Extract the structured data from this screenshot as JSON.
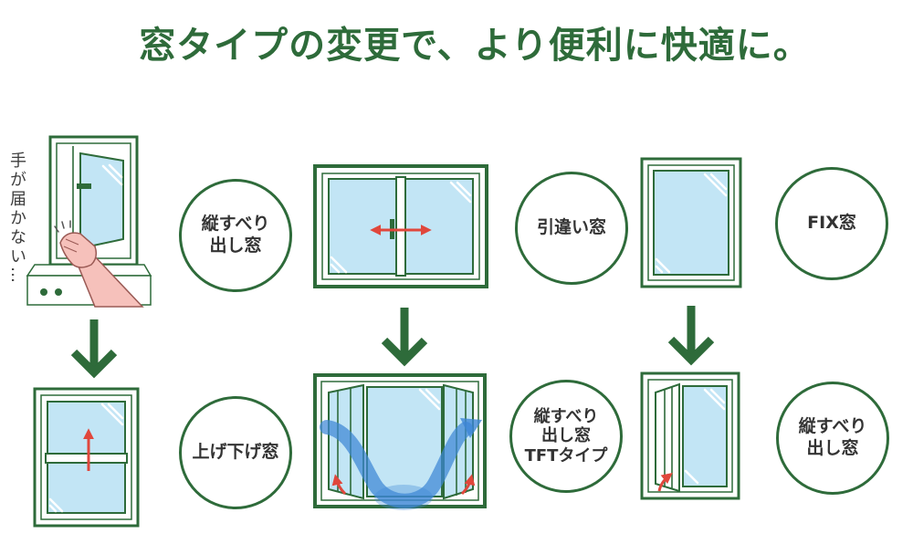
{
  "title": "窓タイプの変更で、より便利に快適に。",
  "side_note": "手が届かない…",
  "circles": [
    {
      "lines": [
        "縦すべり",
        "出し窓"
      ]
    },
    {
      "lines": [
        "引違い窓"
      ]
    },
    {
      "lines": [
        "FIX窓"
      ]
    },
    {
      "lines": [
        "上げ下げ窓"
      ]
    },
    {
      "lines": [
        "縦すべり",
        "出し窓",
        "TFTタイプ"
      ]
    },
    {
      "lines": [
        "縦すべり",
        "出し窓"
      ]
    }
  ],
  "colors": {
    "green": "#2e6b3a",
    "glass": "#c2e5f5",
    "red": "#e0473c",
    "skin": "#f6c1bb",
    "flow": "#3d86d6"
  }
}
